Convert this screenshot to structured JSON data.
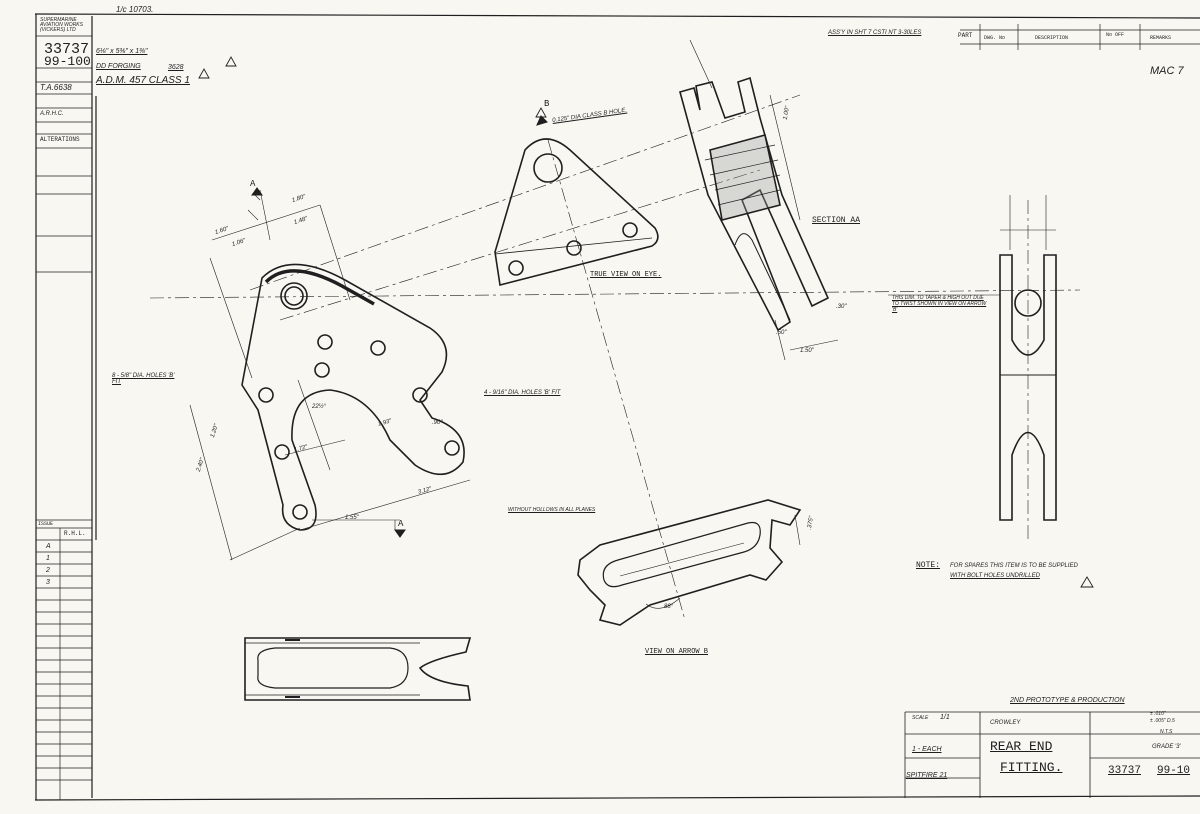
{
  "left_strip": {
    "top_note": "SUPERMARINE AVIATION WORKS (VICKERS) LTD",
    "drawing_no": "33737",
    "sheet_ref": "99-100",
    "stamp_code": "T.A.6638",
    "arhc": "A.R.H.C.",
    "alterations_label": "ALTERATIONS",
    "issue_label": "ISSUE",
    "issue_col2": "R.H.L.",
    "issue_rows": [
      "A",
      "1",
      "2",
      "3"
    ]
  },
  "header": {
    "corner_note": "1/c 10703.",
    "material_line": "6⅛\" x 5⅜\" x 1⅜\"",
    "forging_line": "DD FORGING",
    "forging_number": "3628",
    "spec_line": "A.D.M. 457 CLASS 1",
    "assembly_note": "ASS'Y IN SHT 7  CSTI NT 3-30LES",
    "part_col": "PART",
    "dwg_col": "DWG. No",
    "desc_col": "DESCRIPTION",
    "no_off_col": "No OFF",
    "remarks_col": "REMARKS",
    "drawing_mark": "MAC 7"
  },
  "views": {
    "true_view_label": "TRUE VIEW ON EYE.",
    "hole_note": "0.125\" DIA CLASS B HOLE.",
    "section_label": "SECTION AA",
    "view_arrow_label": "VIEW ON ARROW B",
    "bolt_holes_left": "8 - 5/8\" DIA. HOLES 'B' FIT",
    "bolt_holes_right": "4 - 9/16\" DIA. HOLES 'B' FIT",
    "sharp_note": "WITHOUT HOLLOWS IN ALL PLANES",
    "this_dim_note": "THIS DIM. TO TAPER & HIGH OUT DUE TO TWIST SHOWN IN VIEW ON ARROW 'B'",
    "section_letter": "A",
    "arrow_letter": "B"
  },
  "dimensions": [
    "1.80\"",
    "1.48\"",
    "1.06\"",
    "1.60\"",
    "22½°",
    "1.72\"",
    "1.93\"",
    "1.55\"",
    "3.12\"",
    "2.40\"",
    "1.20\"",
    ".90\"",
    ".30\"",
    "88°",
    "1.00\"",
    "1.50\"",
    ".50\"",
    ".375\""
  ],
  "note": {
    "label": "NOTE:",
    "text_line1": "FOR SPARES THIS ITEM IS TO BE SUPPLIED",
    "text_line2": "WITH BOLT HOLES UNDRILLED"
  },
  "title_block": {
    "production_note": "2ND PROTOTYPE & PRODUCTION",
    "scale_value": "1/1",
    "scale_prefix": "SCALE",
    "drawn_by": "CROWLEY",
    "quantity": "1 - EACH",
    "aircraft": "SPITFIRE 21",
    "title_line1": "REAR END",
    "title_line2": "FITTING.",
    "drawing_number": "33737",
    "sheet_number": "99-10",
    "tolerance_line1": "± .010\"",
    "tolerance_line2": "± .005\"  D.5",
    "tolerance_line3": "N.T.S",
    "grade": "GRADE '3'"
  }
}
